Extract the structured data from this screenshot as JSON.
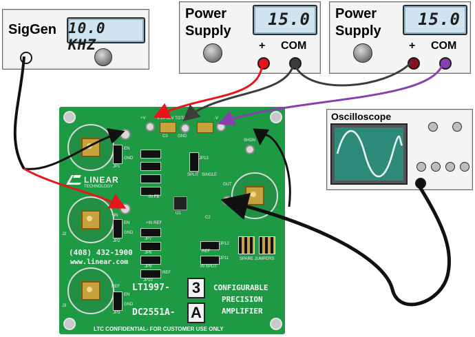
{
  "siggen": {
    "title": "SigGen",
    "display": "10.0 KHZ"
  },
  "psu1": {
    "title_line1": "Power",
    "title_line2": "Supply",
    "display": "15.0",
    "plus_label": "+",
    "com_label": "COM"
  },
  "psu2": {
    "title_line1": "Power",
    "title_line2": "Supply",
    "display": "15.0",
    "plus_label": "+",
    "com_label": "COM"
  },
  "scope": {
    "title": "Oscilloscope"
  },
  "board": {
    "phone": "(408) 432-1900",
    "url": "www.linear.com",
    "part_prefix": "LT1997-",
    "part_digit": "3",
    "board_prefix": "DC2551A-",
    "board_letter": "A",
    "desc_line1": "CONFIGURABLE",
    "desc_line2": "PRECISION",
    "desc_line3": "AMPLIFIER",
    "confidential": "LTC CONFIDENTIAL- FOR CUSTOMER USE ONLY",
    "logo_line1": "LINEAR",
    "logo_line2": "TECHNOLOGY",
    "silk": {
      "vplus": "+V",
      "vrange": "3.3V-50V TOTAL",
      "vminus": "-V",
      "gnd": "GND",
      "shdn": "SHDN",
      "out": "OUT",
      "c3": "C3",
      "c2": "C2",
      "u1": "U1",
      "jp1": "JP1",
      "jp2": "JP2",
      "jp3": "JP3",
      "jp7": "JP7",
      "jp8": "JP8",
      "jp9": "JP9",
      "jp10": "JP10",
      "jp11": "JP11",
      "jp12": "JP12",
      "jp13": "JP13",
      "j2": "J2",
      "j3": "J3",
      "en": "EN",
      "ref": "REF",
      "plus_in": "+IN",
      "plus_in_ref": "+IN REF",
      "minus_in_fb": "-IN FB",
      "split": "SPLIT",
      "single": "SINGLE",
      "in_split": "IN SPLIT",
      "spare": "SPARE JUMPERS"
    }
  }
}
